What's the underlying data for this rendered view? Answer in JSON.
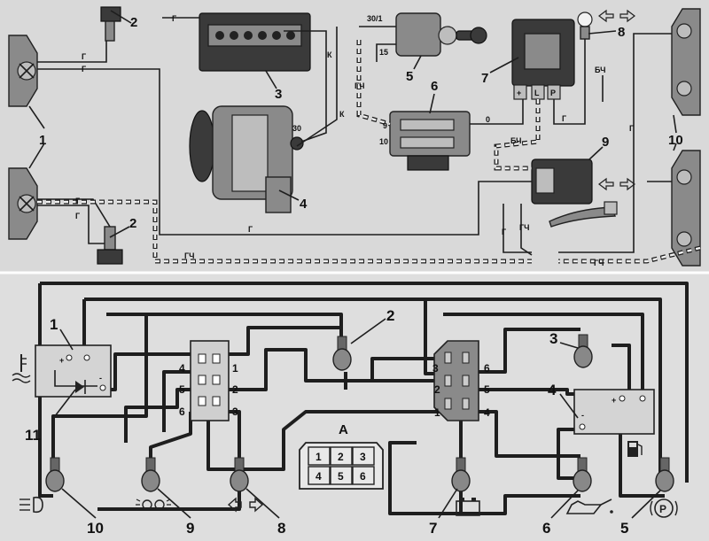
{
  "top_diagram": {
    "callouts": [
      "1",
      "2",
      "3",
      "4",
      "5",
      "6",
      "7",
      "8",
      "9",
      "10"
    ],
    "wire_labels": {
      "g": "Г",
      "k": "К",
      "gch": "ГЧ",
      "bch": "БЧ"
    },
    "terminals": {
      "t30_1": "30/1",
      "t15": "15",
      "t30": "30",
      "t0": "0",
      "t9": "9",
      "t10": "10",
      "plus": "+",
      "l": "L",
      "p": "P"
    }
  },
  "bottom_diagram": {
    "callouts": [
      "1",
      "2",
      "3",
      "4",
      "5",
      "6",
      "7",
      "8",
      "9",
      "10",
      "11"
    ],
    "block_left_pins": [
      "1",
      "2",
      "3",
      "4",
      "5",
      "6"
    ],
    "block_right_pins": [
      "1",
      "2",
      "3",
      "4",
      "5",
      "6"
    ],
    "unit_marks": {
      "plus": "+",
      "minus": "-"
    },
    "connector_a": {
      "title": "A",
      "cells": [
        "1",
        "2",
        "3",
        "4",
        "5",
        "6"
      ]
    }
  }
}
